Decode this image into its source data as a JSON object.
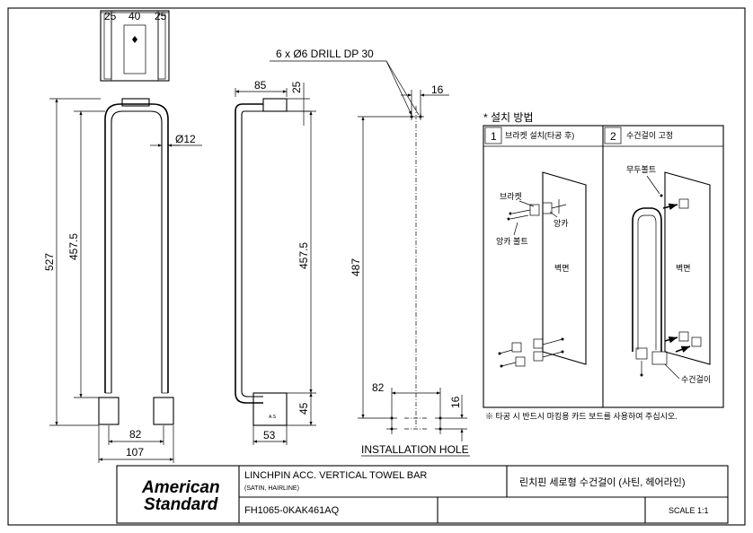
{
  "dimensions": {
    "top_left": "25",
    "top_mid": "40",
    "top_right": "25",
    "dia12": "Ø12",
    "height_527": "527",
    "height_457_front": "457.5",
    "width_82": "82",
    "width_107": "107",
    "side_85": "85",
    "side_25": "25",
    "side_457": "457.5",
    "side_45": "45",
    "side_53": "53",
    "drill_note": "6 x Ø6 DRILL DP 30",
    "hole_16_top": "16",
    "hole_487": "487",
    "hole_82": "82",
    "hole_16_bottom": "16"
  },
  "installation_hole_label": "INSTALLATION HOLE",
  "install": {
    "title": "* 설치 방법",
    "step1_num": "1",
    "step1_label": "브라켓 설치(타공 후)",
    "step2_num": "2",
    "step2_label": "수건걸이 고정",
    "bracket": "브라켓",
    "anchor_bolt": "앙카 볼트",
    "anchor": "앙카",
    "wall1": "벽면",
    "wall2": "벽면",
    "headless_bolt": "무두볼트",
    "towel_bar": "수건걸이",
    "note": "※ 타공 시 반드시 마킹용 카드 보드를 사용하여 주십시오."
  },
  "title_block": {
    "logo_line1": "American",
    "logo_line2": "Standard",
    "product_name": "LINCHPIN ACC. VERTICAL TOWEL BAR",
    "product_finish": "(SATIN, HAIRLINE)",
    "product_name_kr": "린치핀 세로형 수건걸이 (사틴, 헤어라인)",
    "model_code": "FH1065-0KAK461AQ",
    "scale": "SCALE 1:1"
  }
}
